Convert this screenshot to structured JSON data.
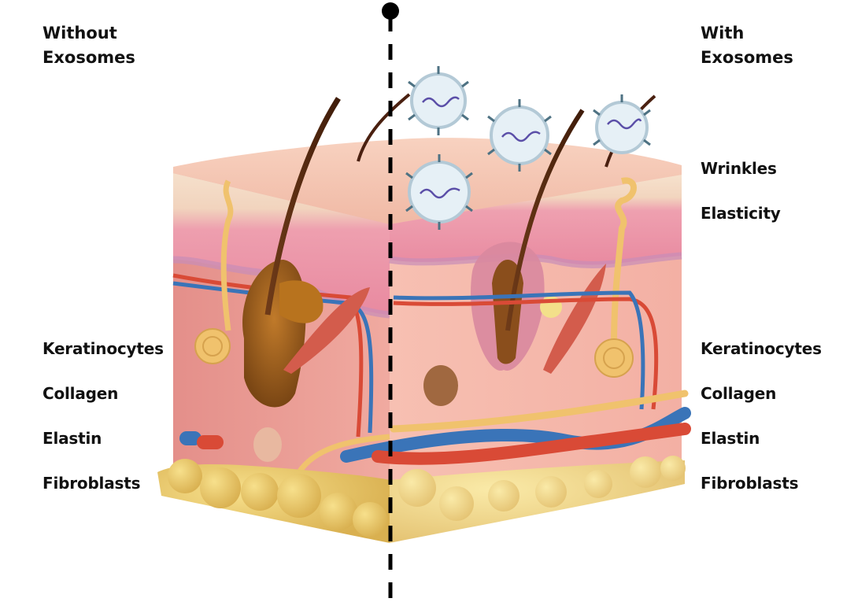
{
  "figure": {
    "title": "Skin cross-section comparison: without vs with exosomes",
    "left_panel": {
      "heading_line1": "Without",
      "heading_line2": "Exosomes",
      "labels": [
        "Keratinocytes",
        "Collagen",
        "Elastin",
        "Fibroblasts"
      ]
    },
    "right_panel": {
      "heading_line1": "With",
      "heading_line2": "Exosomes",
      "top_labels": [
        "Wrinkles",
        "Elasticity"
      ],
      "labels": [
        "Keratinocytes",
        "Collagen",
        "Elastin",
        "Fibroblasts"
      ]
    },
    "illustration": {
      "layers": [
        "epidermis",
        "dermis",
        "hypodermis (fat)"
      ],
      "exosome_count": 4,
      "divider": "dashed vertical line with pin head"
    },
    "colors": {
      "skin_top": "#f4c7b3",
      "epidermis": "#eea3b0",
      "dermis": "#eda59a",
      "fat": "#eccc6a",
      "artery": "#d94a36",
      "vein": "#3a74b8",
      "nerve": "#f0c26d",
      "hair": "#5a2a12",
      "exosome_fill": "#e6f0f6",
      "exosome_edge": "#b3c9d6",
      "receptor": "#4e7283",
      "divider": "#000000"
    }
  }
}
